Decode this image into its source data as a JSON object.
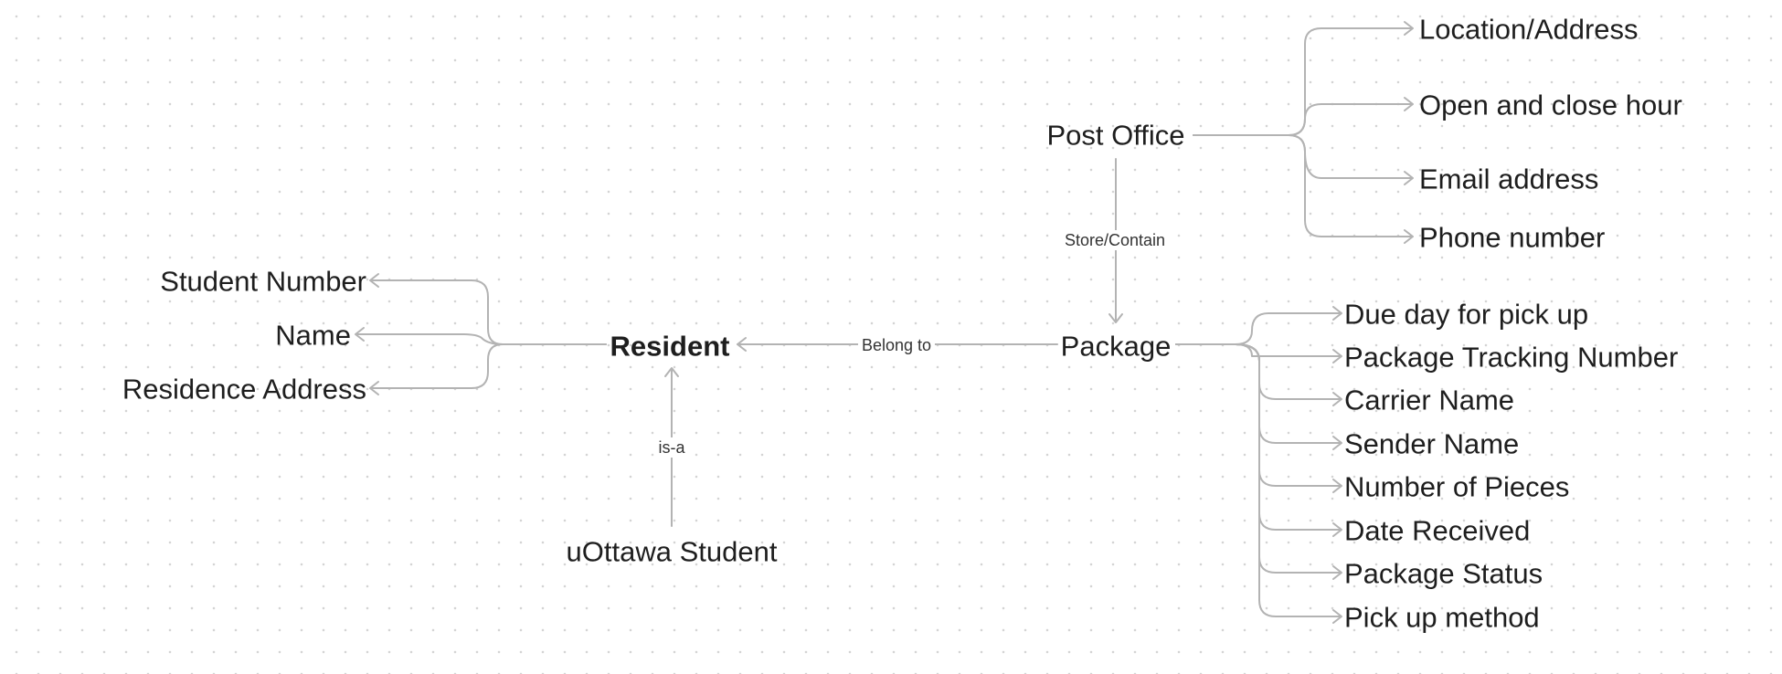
{
  "diagram": {
    "nodes": {
      "post_office": "Post Office",
      "package": "Package",
      "resident": "Resident",
      "uottawa_student": "uOttawa Student"
    },
    "edge_labels": {
      "store_contain": "Store/Contain",
      "belong_to": "Belong to",
      "is_a": "is-a"
    },
    "post_office_attributes": [
      "Location/Address",
      "Open and close hour",
      "Email address",
      "Phone number"
    ],
    "package_attributes": [
      "Due day for pick up",
      "Package Tracking Number",
      "Carrier Name",
      "Sender Name",
      "Number of Pieces",
      "Date Received",
      "Package Status",
      "Pick up method"
    ],
    "resident_attributes": [
      "Student Number",
      "Name",
      "Residence Address"
    ]
  },
  "colors": {
    "connector": "#b3b3b3",
    "text": "#1e1e1e",
    "grid_dot": "#d4d4d4",
    "background": "#ffffff"
  }
}
